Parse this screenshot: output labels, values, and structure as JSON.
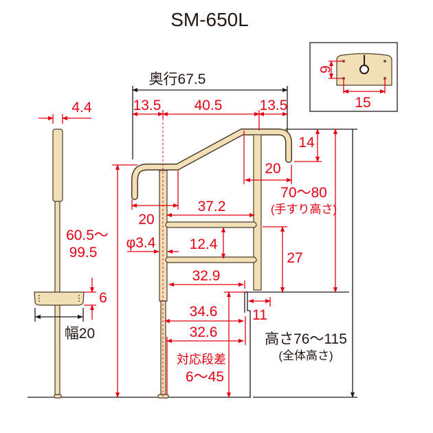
{
  "title": "SM-650L",
  "inset": {
    "hole_spacing_v": "6",
    "hole_spacing_h": "15"
  },
  "front_view": {
    "depth_label": "奥行67.5",
    "seg_left": "13.5",
    "seg_mid": "40.5",
    "seg_right": "13.5",
    "hook_drop": "14",
    "right_overhang": "20",
    "handrail_height": "70～80",
    "handrail_height_note": "(手すり高さ)",
    "left_overhang": "20",
    "rail_width": "37.2",
    "pipe_diameter": "φ3.4",
    "rail_spacing": "12.4",
    "rail_bottom_height": "27",
    "lower_rail_width": "32.9",
    "step_base": "11",
    "step_dist_1": "34.6",
    "step_dist_2": "32.6",
    "step_range_label": "対応段差",
    "step_range": "6～45",
    "total_height": "高さ76～115",
    "total_height_note": "(全体高さ)"
  },
  "side_view": {
    "grip_diameter": "4.4",
    "post_height_1": "60.5～",
    "post_height_2": "99.5",
    "base_height": "6",
    "base_width": "幅20"
  },
  "colors": {
    "dimension": "#e60012",
    "part": "#f3dfb5",
    "line": "#231815"
  }
}
